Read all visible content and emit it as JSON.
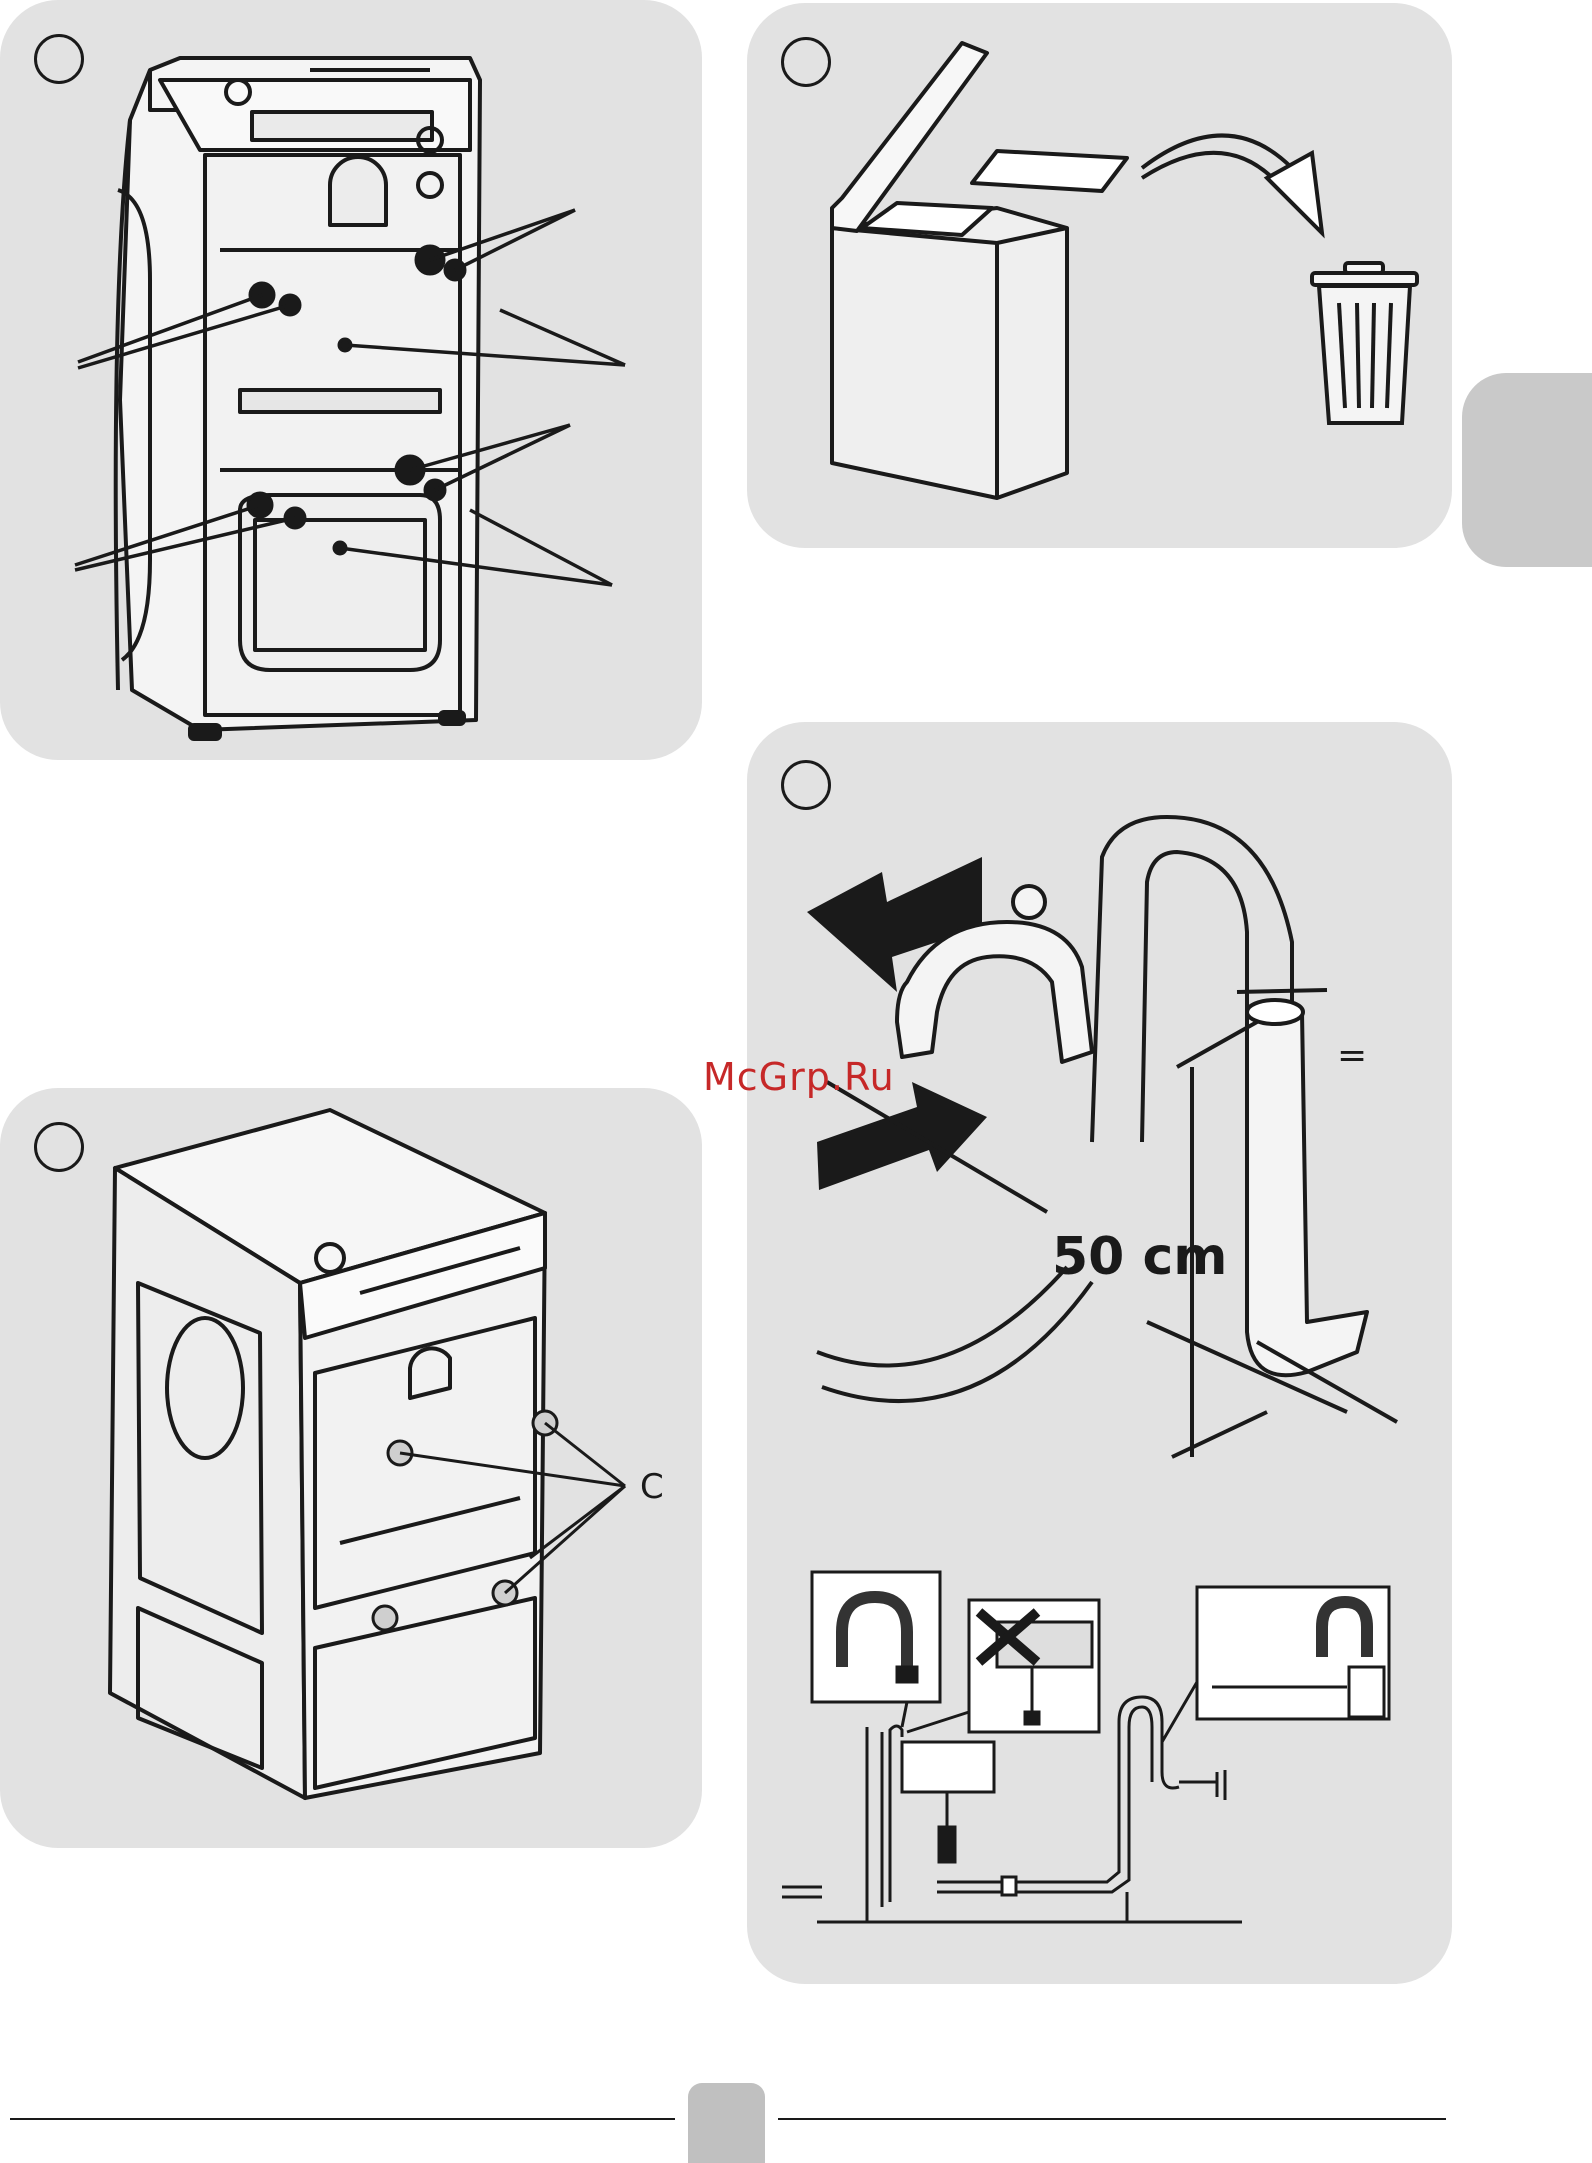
{
  "watermark": "McGrp.Ru",
  "panel3": {
    "callout_label": "C"
  },
  "panel4": {
    "height_label": "50 cm",
    "equal_mark": "="
  },
  "colors": {
    "panel_bg": "#e2e2e2",
    "side_tab": "#c9c9c9",
    "page_tab": "#c0c0c0",
    "watermark": "#c62828",
    "line": "#1a1a1a"
  },
  "icons": [
    "trash-bin-icon",
    "curved-arrow-icon",
    "direction-arrow-icon",
    "prohibited-cross-icon"
  ]
}
